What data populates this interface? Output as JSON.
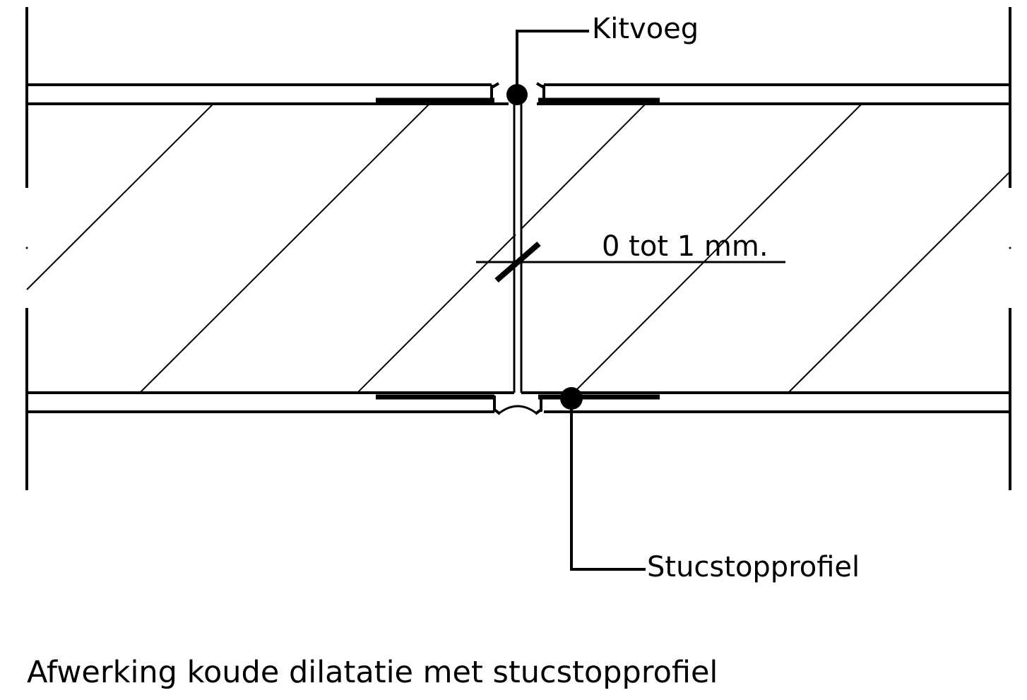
{
  "labels": {
    "kitvoeg": "Kitvoeg",
    "gap_dimension": "0 tot 1 mm.",
    "stucstopprofiel": "Stucstopprofiel"
  },
  "caption": "Afwerking koude dilatatie met stucstopprofiel",
  "colors": {
    "line": "#000000",
    "background": "#ffffff"
  }
}
